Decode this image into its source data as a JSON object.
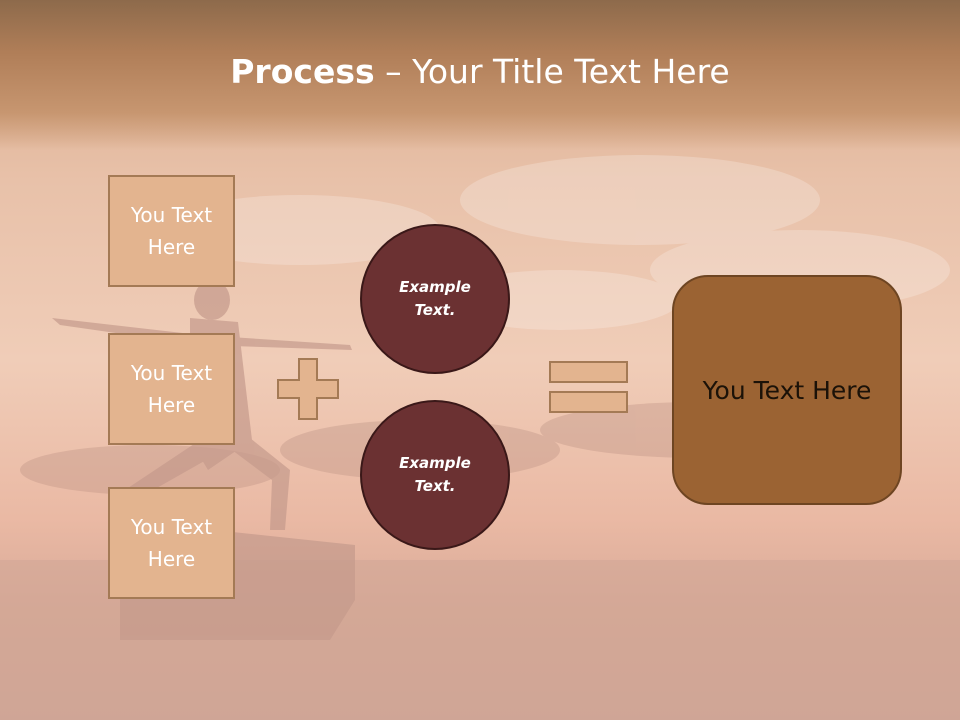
{
  "title": {
    "bold": "Process",
    "rest": " – Your Title Text Here"
  },
  "inputs": [
    {
      "line1": "You Text",
      "line2": "Here"
    },
    {
      "line1": "You Text",
      "line2": "Here"
    },
    {
      "line1": "You Text",
      "line2": "Here"
    }
  ],
  "circles": [
    {
      "line1": "Example",
      "line2": "Text."
    },
    {
      "line1": "Example",
      "line2": "Text."
    }
  ],
  "result": {
    "label": "You Text Here"
  },
  "icons": {
    "plus": "plus-icon",
    "equals": "equals-icon"
  },
  "colors": {
    "input_box": "#e3b48f",
    "circle": "#6b3132",
    "result_box": "#9b6333",
    "title_text": "#ffffff"
  }
}
